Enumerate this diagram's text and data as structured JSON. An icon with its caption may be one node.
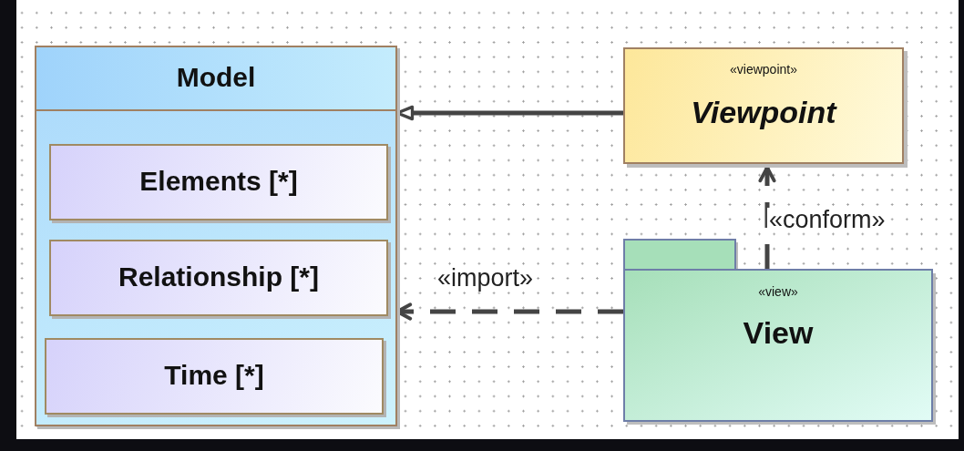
{
  "diagram": {
    "nodes": [
      {
        "text": [
          "Model"
        ]
      },
      {
        "text": [
          "Elements [*]"
        ],
        "in": 0
      },
      {
        "text": [
          "Relationship [*]"
        ],
        "in": 0
      },
      {
        "text": [
          "Time [*]"
        ],
        "in": 0
      },
      {
        "text": [
          "«viewpoint»",
          "Viewpoint"
        ]
      },
      {
        "text": [
          "«view»",
          "View"
        ]
      }
    ],
    "edges": [
      {
        "from": 4,
        "to": 0,
        "arrow": "to"
      },
      {
        "from": 5,
        "to": 0,
        "arrow": "to",
        "label": "«import»",
        "style": "dashed"
      },
      {
        "from": 5,
        "to": 4,
        "arrow": "to",
        "label": "«conform»",
        "style": "dashed"
      }
    ]
  }
}
